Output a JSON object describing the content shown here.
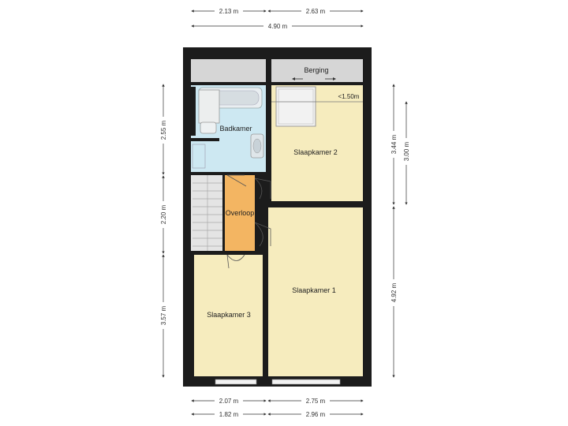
{
  "colors": {
    "wall": "#1c1c1c",
    "bedroom": "#f6ecbe",
    "bathroom": "#cde8f2",
    "landing": "#f3b562",
    "storage": "#d6d6d6",
    "stairs": "#e4e4e4",
    "window": "#f2f2f2"
  },
  "rooms": {
    "bathroom": "Badkamer",
    "bedroom_2": "Slaapkamer 2",
    "landing": "Overloop",
    "bedroom_1": "Slaapkamer 1",
    "bedroom_3": "Slaapkamer 3",
    "storage": "Berging",
    "low_height_note": "<1.50m"
  },
  "dimensions": {
    "top_left": "2.13 m",
    "top_right": "2.63 m",
    "top_total": "4.90 m",
    "bottom_left_a": "2.07 m",
    "bottom_right_a": "2.75 m",
    "bottom_left_b": "1.82 m",
    "bottom_right_b": "2.96 m",
    "left_top": "2.55 m",
    "left_middle": "2.20 m",
    "left_bottom": "3.57 m",
    "right_top": "3.44 m",
    "right_inner": "3.00 m",
    "right_bottom": "4.92 m"
  }
}
